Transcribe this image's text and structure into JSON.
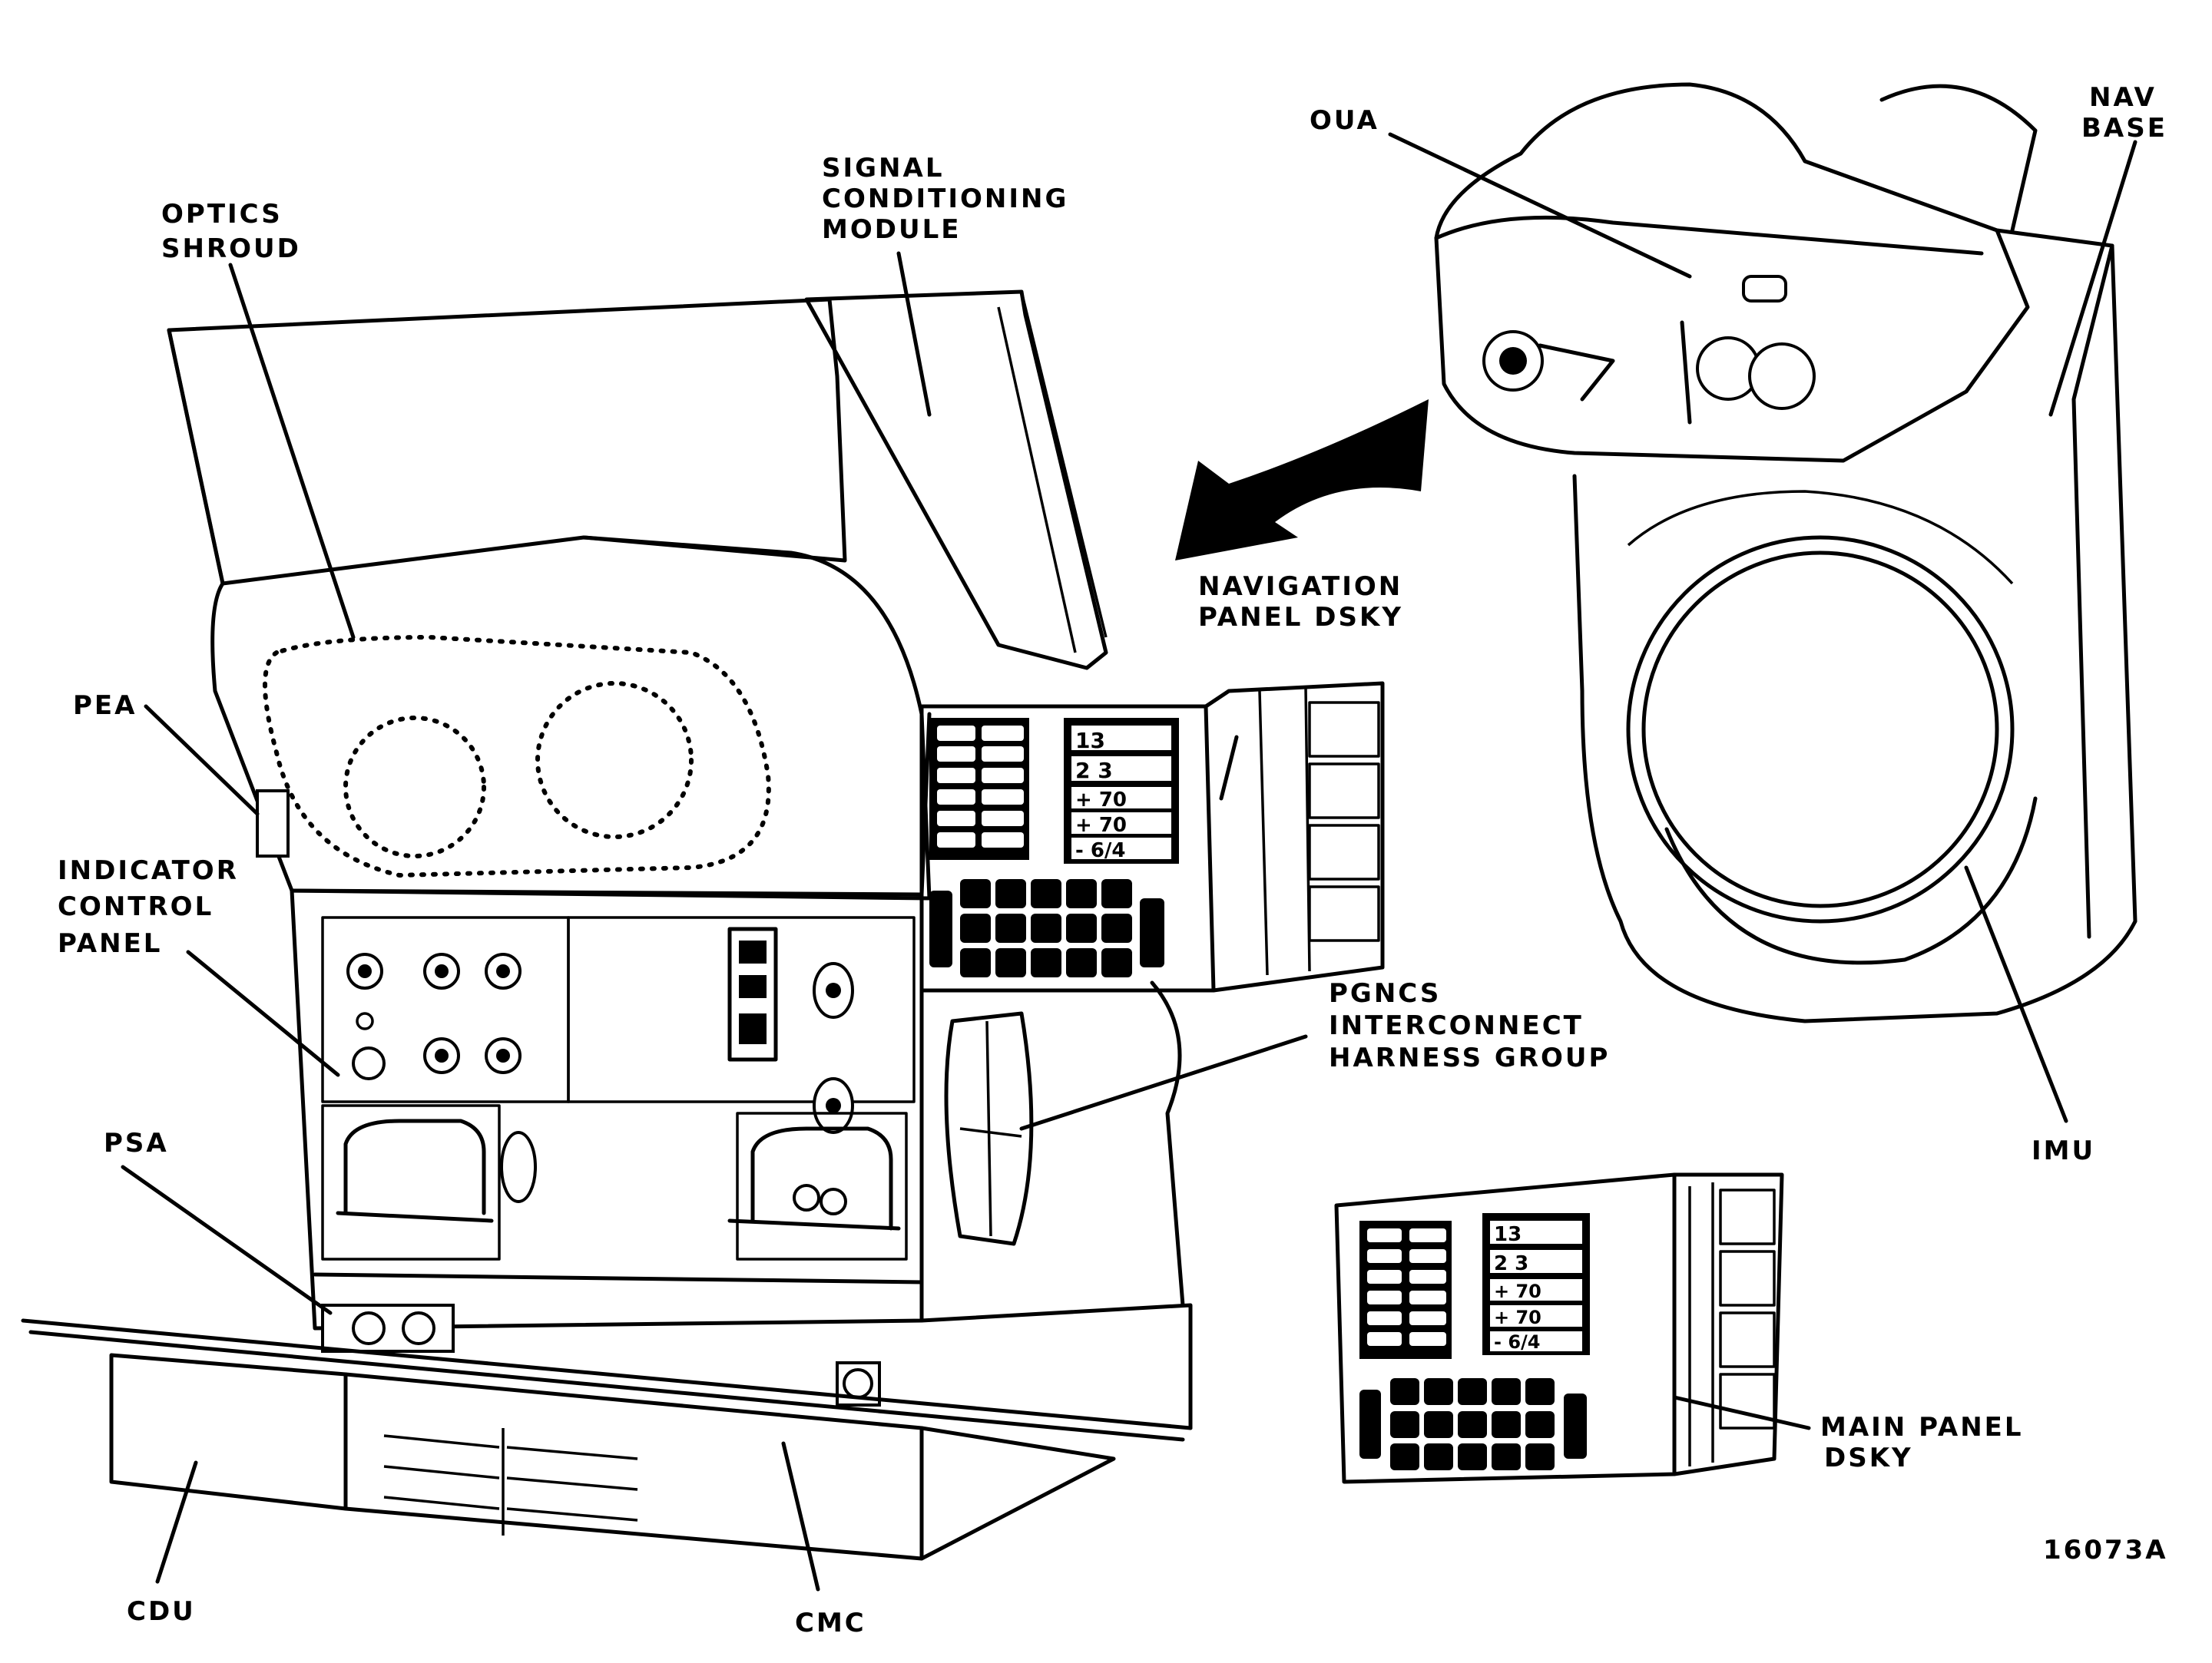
{
  "figure_id": "16073A",
  "labels": {
    "optics_shroud": [
      "OPTICS",
      "SHROUD"
    ],
    "signal_conditioning_module": [
      "SIGNAL",
      "CONDITIONING",
      "MODULE"
    ],
    "pea": [
      "PEA"
    ],
    "indicator_control_panel": [
      "INDICATOR",
      "CONTROL",
      "PANEL"
    ],
    "psa": [
      "PSA"
    ],
    "cdu": [
      "CDU"
    ],
    "cmc": [
      "CMC"
    ],
    "navigation_panel_dsky": [
      "NAVIGATION",
      "PANEL DSKY"
    ],
    "pgncs_interconnect_harness_group": [
      "PGNCS",
      "INTERCONNECT",
      "HARNESS GROUP"
    ],
    "oua": [
      "OUA"
    ],
    "nav_base": [
      "NAV",
      "BASE"
    ],
    "imu": [
      "IMU"
    ],
    "main_panel_dsky": [
      "MAIN PANEL",
      "DSKY"
    ]
  },
  "dsky_display": {
    "rows": [
      "13",
      "2 3",
      "+ 70",
      "+ 70",
      "- 6/4"
    ]
  }
}
